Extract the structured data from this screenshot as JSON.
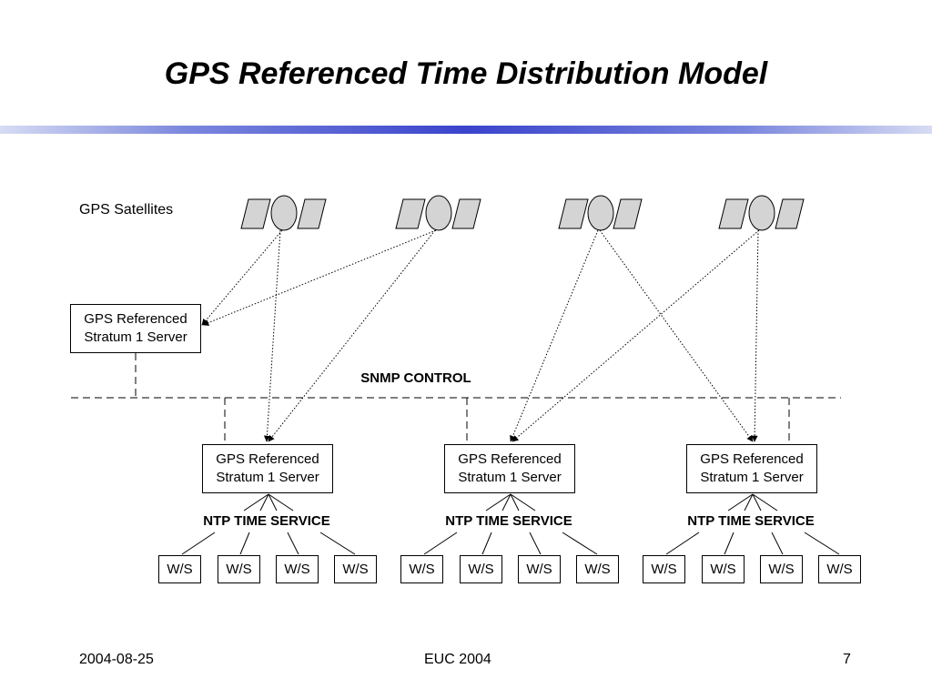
{
  "title": "GPS Referenced Time Distribution Model",
  "satellites_label": "GPS Satellites",
  "snmp_label": "SNMP CONTROL",
  "servers": {
    "top": {
      "line1": "GPS Referenced",
      "line2": "Stratum 1 Server"
    },
    "a": {
      "line1": "GPS Referenced",
      "line2": "Stratum 1 Server"
    },
    "b": {
      "line1": "GPS Referenced",
      "line2": "Stratum 1 Server"
    },
    "c": {
      "line1": "GPS Referenced",
      "line2": "Stratum 1 Server"
    }
  },
  "ntp_label": "NTP TIME SERVICE",
  "ws_label": "W/S",
  "footer": {
    "date": "2004-08-25",
    "conference": "EUC 2004",
    "page": "7"
  }
}
